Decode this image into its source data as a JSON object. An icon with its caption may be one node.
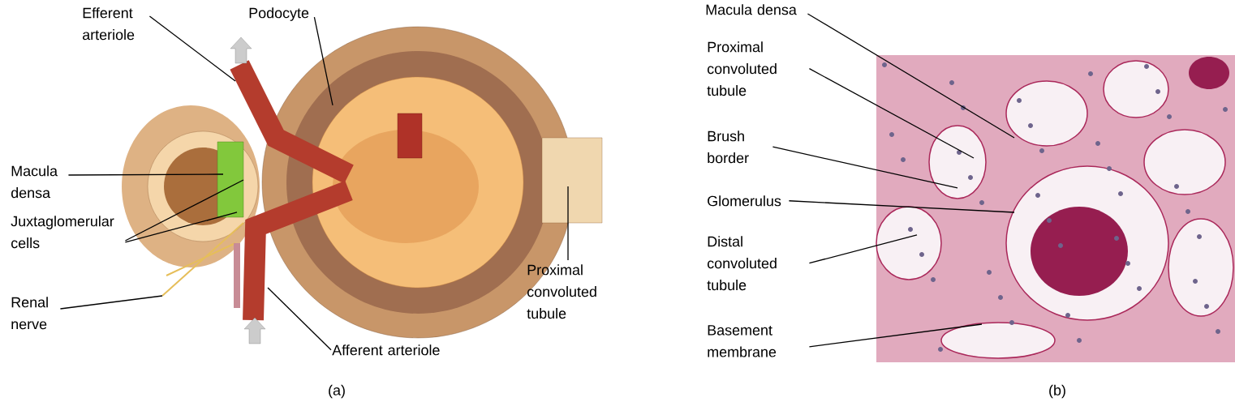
{
  "diagram": {
    "nodes": [
      {
        "text": [
          "Efferent arteriole"
        ]
      },
      {
        "text": [
          "Podocyte"
        ]
      },
      {
        "text": [
          "Macula densa"
        ]
      },
      {
        "text": [
          "Juxtaglomerular cells"
        ]
      },
      {
        "text": [
          "Renal nerve"
        ]
      },
      {
        "text": [
          "Afferent arteriole"
        ]
      },
      {
        "text": [
          "Proximal convoluted tubule"
        ]
      },
      {
        "text": [
          "Macula densa"
        ]
      },
      {
        "text": [
          "Proximal convoluted tubule"
        ]
      },
      {
        "text": [
          "Brush border"
        ]
      },
      {
        "text": [
          "Glomerulus"
        ]
      },
      {
        "text": [
          "Distal convoluted tubule"
        ]
      },
      {
        "text": [
          "Basement membrane"
        ]
      }
    ],
    "edges": [
      {
        "from": 0,
        "to": null,
        "arrow": "none"
      },
      {
        "from": 1,
        "to": null,
        "arrow": "none"
      },
      {
        "from": 2,
        "to": null,
        "arrow": "none"
      },
      {
        "from": 3,
        "to": null,
        "arrow": "none"
      },
      {
        "from": 3,
        "to": null,
        "arrow": "none"
      },
      {
        "from": 4,
        "to": null,
        "arrow": "none"
      },
      {
        "from": 5,
        "to": null,
        "arrow": "none"
      },
      {
        "from": 6,
        "to": null,
        "arrow": "none"
      },
      {
        "from": 7,
        "to": null,
        "arrow": "none"
      },
      {
        "from": 8,
        "to": null,
        "arrow": "none"
      },
      {
        "from": 9,
        "to": null,
        "arrow": "none"
      },
      {
        "from": 10,
        "to": null,
        "arrow": "none"
      },
      {
        "from": 11,
        "to": null,
        "arrow": "none"
      },
      {
        "from": 12,
        "to": null,
        "arrow": "none"
      }
    ],
    "labels": [
      "(a)",
      "(b)"
    ]
  }
}
